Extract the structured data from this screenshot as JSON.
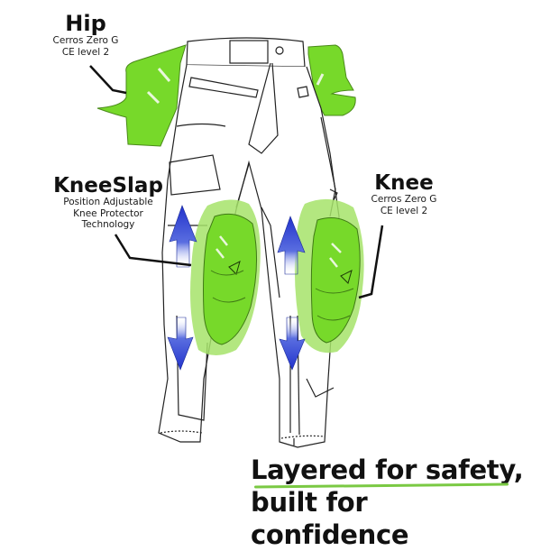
{
  "labels": {
    "hip": {
      "title": "Hip",
      "line1": "Cerros Zero G",
      "line2": "CE level 2"
    },
    "kneeslap": {
      "title": "KneeSlap",
      "line1": "Position Adjustable",
      "line2": "Knee Protector",
      "line3": "Technology"
    },
    "knee": {
      "title": "Knee",
      "line1": "Cerros Zero G",
      "line2": "CE level 2"
    }
  },
  "tagline": {
    "line1": "Layered for safety,",
    "line2": "built for confidence"
  },
  "colors": {
    "protector_green": "#77d92a",
    "protector_light": "#a6e36a",
    "arrow_blue": "#3a4fd6",
    "outline": "#222222",
    "underline_green": "#7ac943"
  },
  "icons": {
    "hip_pad": "hip-protector-shape",
    "knee_pad": "knee-protector-shape",
    "adjust_arrow": "double-vertical-arrow"
  }
}
